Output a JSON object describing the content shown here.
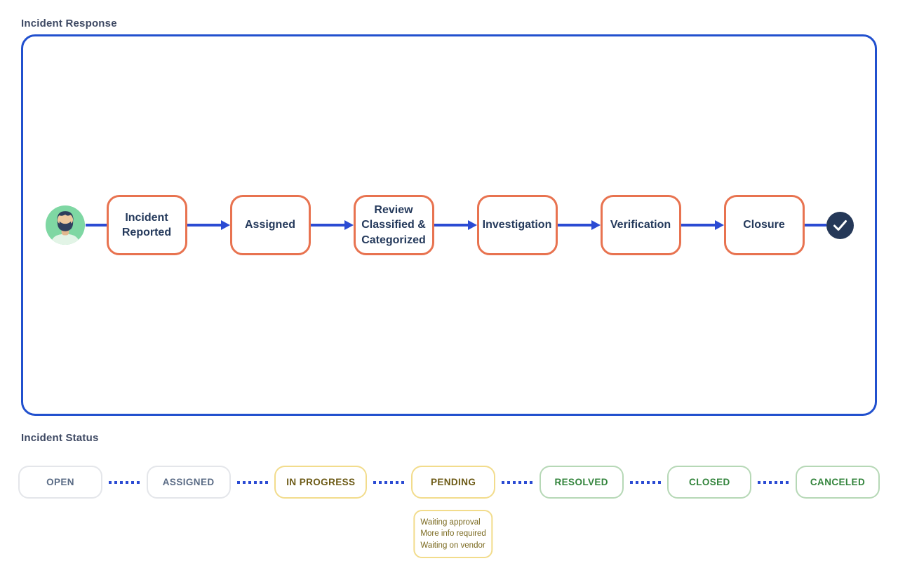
{
  "incident_response": {
    "title": "Incident Response",
    "start_icon": "reporter-avatar",
    "end_icon": "check-circle",
    "steps": [
      {
        "label": "Incident\nReported"
      },
      {
        "label": "Assigned"
      },
      {
        "label": "Review\nClassified &\nCategorized"
      },
      {
        "label": "Investigation"
      },
      {
        "label": "Verification"
      },
      {
        "label": "Closure"
      }
    ]
  },
  "incident_status": {
    "title": "Incident Status",
    "statuses": [
      {
        "label": "OPEN",
        "variant": "neutral"
      },
      {
        "label": "ASSIGNED",
        "variant": "neutral"
      },
      {
        "label": "IN PROGRESS",
        "variant": "warning"
      },
      {
        "label": "PENDING",
        "variant": "warning"
      },
      {
        "label": "RESOLVED",
        "variant": "success"
      },
      {
        "label": "CLOSED",
        "variant": "success"
      },
      {
        "label": "CANCELED",
        "variant": "success"
      }
    ],
    "pending_note": {
      "lines": [
        "Waiting approval",
        "More info required",
        "Waiting on vendor"
      ]
    }
  },
  "colors": {
    "panel_border": "#2150CE",
    "connector": "#2B4BD3",
    "step_border": "#E87350",
    "step_text": "#24395B",
    "title_text": "#3E4963",
    "neutral_border": "#E4E6EA",
    "neutral_text": "#5A6B85",
    "warning_border": "#F2DC8C",
    "warning_text": "#6C5A16",
    "success_border": "#B6D8B6",
    "success_text": "#33843C",
    "avatar_background": "#7FD7A3",
    "check_background": "#253858"
  }
}
